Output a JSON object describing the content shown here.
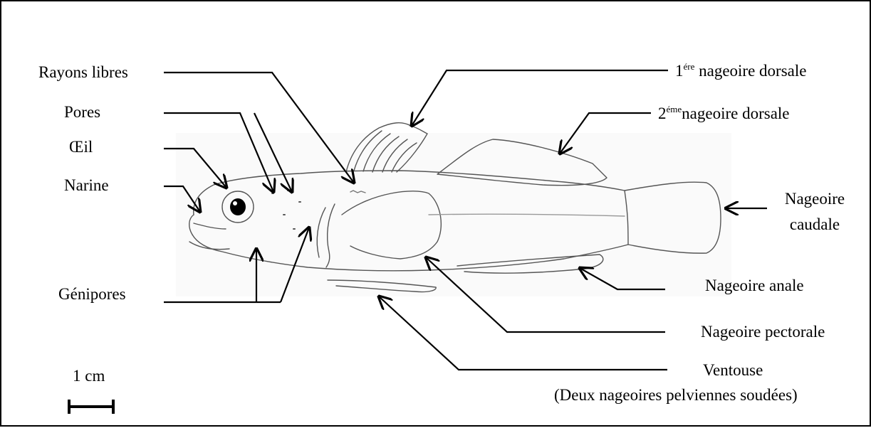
{
  "labels": {
    "rayons_libres": "Rayons libres",
    "pores": "Pores",
    "oeil": "Œil",
    "narine": "Narine",
    "genipores": "Génipores",
    "dorsale1_num": "1",
    "dorsale1_sup": "ére",
    "dorsale1_text": " nageoire dorsale",
    "dorsale2_num": "2",
    "dorsale2_sup": "éme",
    "dorsale2_text": "nageoire dorsale",
    "caudale_line1": "Nageoire",
    "caudale_line2": "caudale",
    "anale": "Nageoire anale",
    "pectorale": "Nageoire pectorale",
    "ventouse_line1": "Ventouse",
    "ventouse_line2": "(Deux nageoires pelviennes soudées)"
  },
  "scale_bar": {
    "label": "1 cm"
  },
  "colors": {
    "line": "#000000",
    "fish": "#555555",
    "background": "#ffffff"
  }
}
